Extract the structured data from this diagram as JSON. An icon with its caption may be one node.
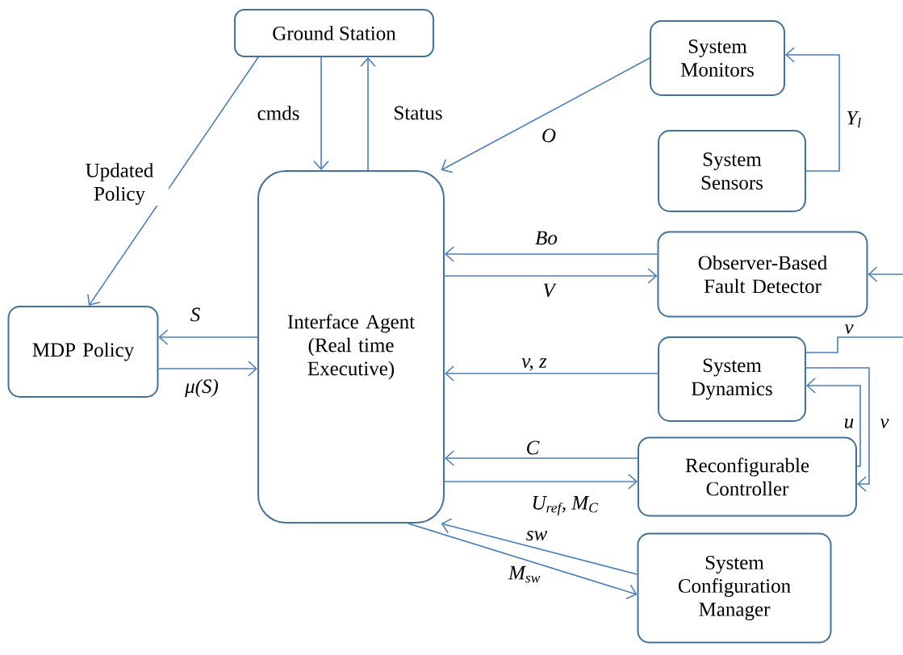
{
  "diagram": {
    "nodes": [
      {
        "text": [
          "Ground Station"
        ]
      },
      {
        "text": [
          "System Monitors"
        ]
      },
      {
        "text": [
          "System Sensors"
        ]
      },
      {
        "text": [
          "Interface Agent (Real time Executive)"
        ]
      },
      {
        "text": [
          "Observer-Based Fault Detector"
        ]
      },
      {
        "text": [
          "MDP Policy"
        ]
      },
      {
        "text": [
          "System Dynamics"
        ]
      },
      {
        "text": [
          "Reconfigurable Controller"
        ]
      },
      {
        "text": [
          "System Configuration Manager"
        ]
      }
    ],
    "edges": [
      {
        "from": 0,
        "to": 5,
        "arrow": "to",
        "label": "Updated Policy"
      },
      {
        "from": 0,
        "to": 3,
        "arrow": "to",
        "label": "cmds"
      },
      {
        "from": 3,
        "to": 0,
        "arrow": "to",
        "label": "Status"
      },
      {
        "from": 1,
        "to": 3,
        "arrow": "to",
        "label": "O"
      },
      {
        "from": 2,
        "to": 1,
        "arrow": "to",
        "label": "Y$_{l}$"
      },
      {
        "from": 4,
        "to": 3,
        "arrow": "to",
        "label": "Bo"
      },
      {
        "from": 3,
        "to": 4,
        "arrow": "to",
        "label": "V"
      },
      {
        "from": null,
        "to": 4,
        "arrow": "to"
      },
      {
        "from": 3,
        "to": 5,
        "arrow": "to",
        "label": "S"
      },
      {
        "from": 5,
        "to": 3,
        "arrow": "to",
        "label": "μ(S)"
      },
      {
        "from": 6,
        "to": 3,
        "arrow": "to",
        "label": "v, z"
      },
      {
        "from": 6,
        "to": null,
        "arrow": "none",
        "label": "v"
      },
      {
        "from": 6,
        "to": 7,
        "arrow": "to",
        "label": "v"
      },
      {
        "from": 7,
        "to": 6,
        "arrow": "to",
        "label": "u"
      },
      {
        "from": 7,
        "to": 3,
        "arrow": "to",
        "label": "C"
      },
      {
        "from": 3,
        "to": 7,
        "arrow": "to",
        "label": "U$_{ref}$, M$_{C}$"
      },
      {
        "from": 8,
        "to": 3,
        "arrow": "to",
        "label": "sw"
      },
      {
        "from": 3,
        "to": 8,
        "arrow": "to",
        "label": "M$_{sw}$"
      }
    ]
  }
}
